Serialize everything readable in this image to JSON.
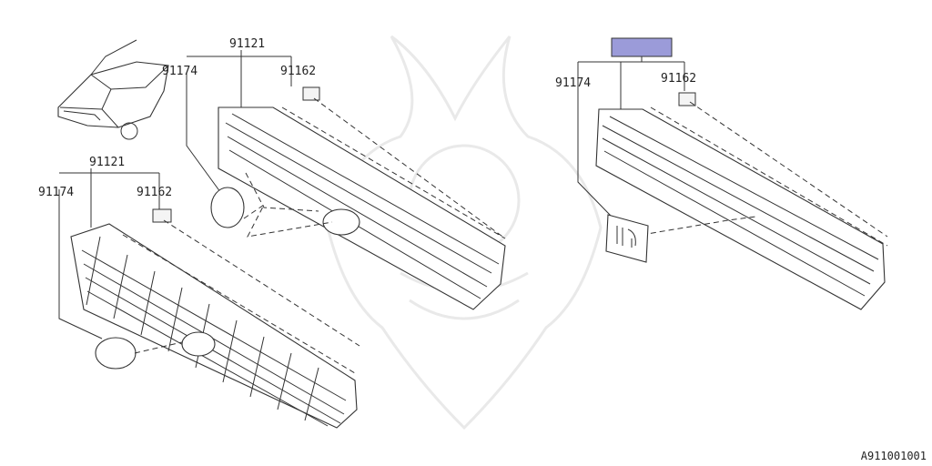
{
  "diagram": {
    "part_numbers": {
      "grille": "91121",
      "emblem": "91174",
      "clip": "91162"
    },
    "highlight_color": "#9b9bd9",
    "footer_code": "A911001001"
  }
}
